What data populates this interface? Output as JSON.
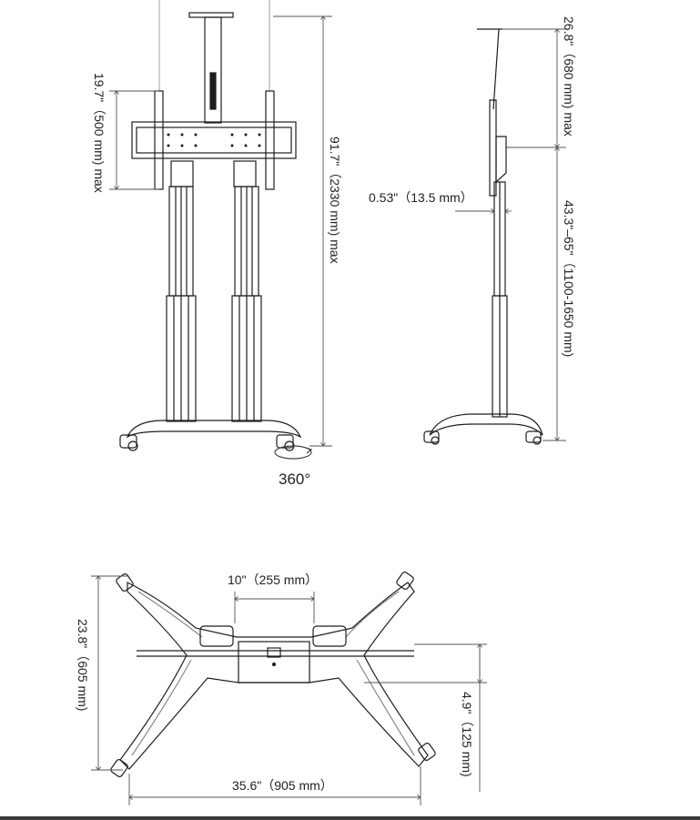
{
  "front_view": {
    "total_height_label": "91.7\"（2330 mm) max",
    "mount_height_label": "19.7\"（500 mm) max",
    "rotation_label": "360°"
  },
  "side_view": {
    "top_label": "26.8\"（680 mm) max",
    "offset_label": "0.53\"（13.5 mm）",
    "height_range_label": "43.3\"–65\"（1100-1650 mm)"
  },
  "base_view": {
    "column_spacing_label": "10\"（255 mm）",
    "depth_label": "23.8\"（605 mm)",
    "width_label": "35.6\"（905 mm）",
    "tray_offset_label": "4.9\"（125 mm)"
  },
  "colors": {
    "line": "#1e1e1e",
    "dim": "#555555"
  }
}
